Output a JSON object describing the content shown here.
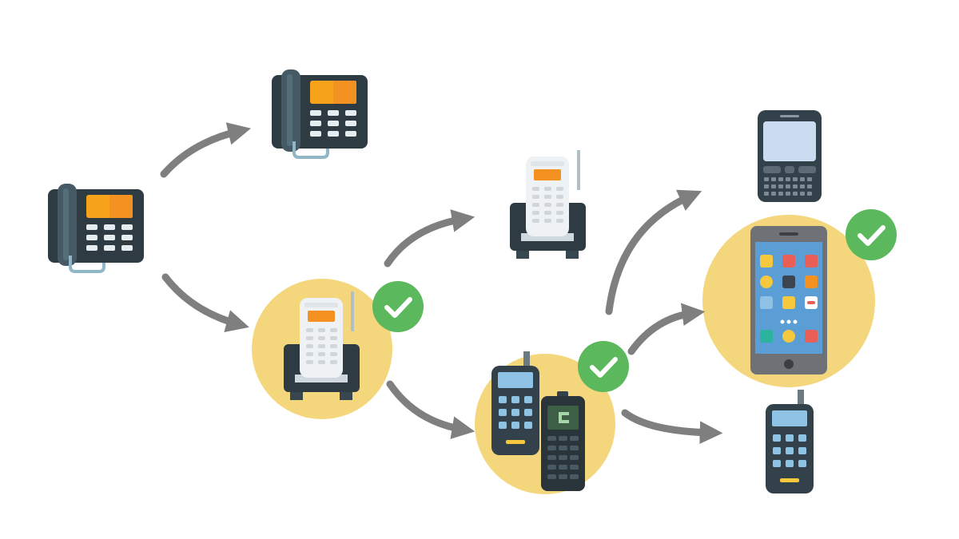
{
  "diagram": {
    "nodes": [
      {
        "id": "desk-phone-start",
        "icon": "desk-phone-icon",
        "highlighted": false,
        "checked": false
      },
      {
        "id": "desk-phone-end",
        "icon": "desk-phone-icon",
        "highlighted": false,
        "checked": false
      },
      {
        "id": "cordless-phone-main",
        "icon": "cordless-phone-icon",
        "highlighted": true,
        "checked": true
      },
      {
        "id": "cordless-phone-end",
        "icon": "cordless-phone-icon",
        "highlighted": false,
        "checked": false
      },
      {
        "id": "mobile-phones-main",
        "icon": "mobile-phones-icon",
        "highlighted": true,
        "checked": true
      },
      {
        "id": "smartphone-qwerty",
        "icon": "qwerty-phone-icon",
        "highlighted": false,
        "checked": false
      },
      {
        "id": "smartphone-main",
        "icon": "smartphone-icon",
        "highlighted": true,
        "checked": true
      },
      {
        "id": "mobile-phone-end",
        "icon": "mobile-phone-icon",
        "highlighted": false,
        "checked": false
      }
    ],
    "edges": [
      {
        "from": "desk-phone-start",
        "to": "desk-phone-end"
      },
      {
        "from": "desk-phone-start",
        "to": "cordless-phone-main"
      },
      {
        "from": "cordless-phone-main",
        "to": "cordless-phone-end"
      },
      {
        "from": "cordless-phone-main",
        "to": "mobile-phones-main"
      },
      {
        "from": "mobile-phones-main",
        "to": "smartphone-qwerty"
      },
      {
        "from": "mobile-phones-main",
        "to": "smartphone-main"
      },
      {
        "from": "mobile-phones-main",
        "to": "mobile-phone-end"
      }
    ],
    "colors": {
      "highlight": "#f4d77c",
      "check": "#5cb85c",
      "arrow": "#7f7f7f",
      "dark": "#33414a",
      "screen_orange": "#f7a21b",
      "screen_blue": "#8fc3e6"
    }
  }
}
